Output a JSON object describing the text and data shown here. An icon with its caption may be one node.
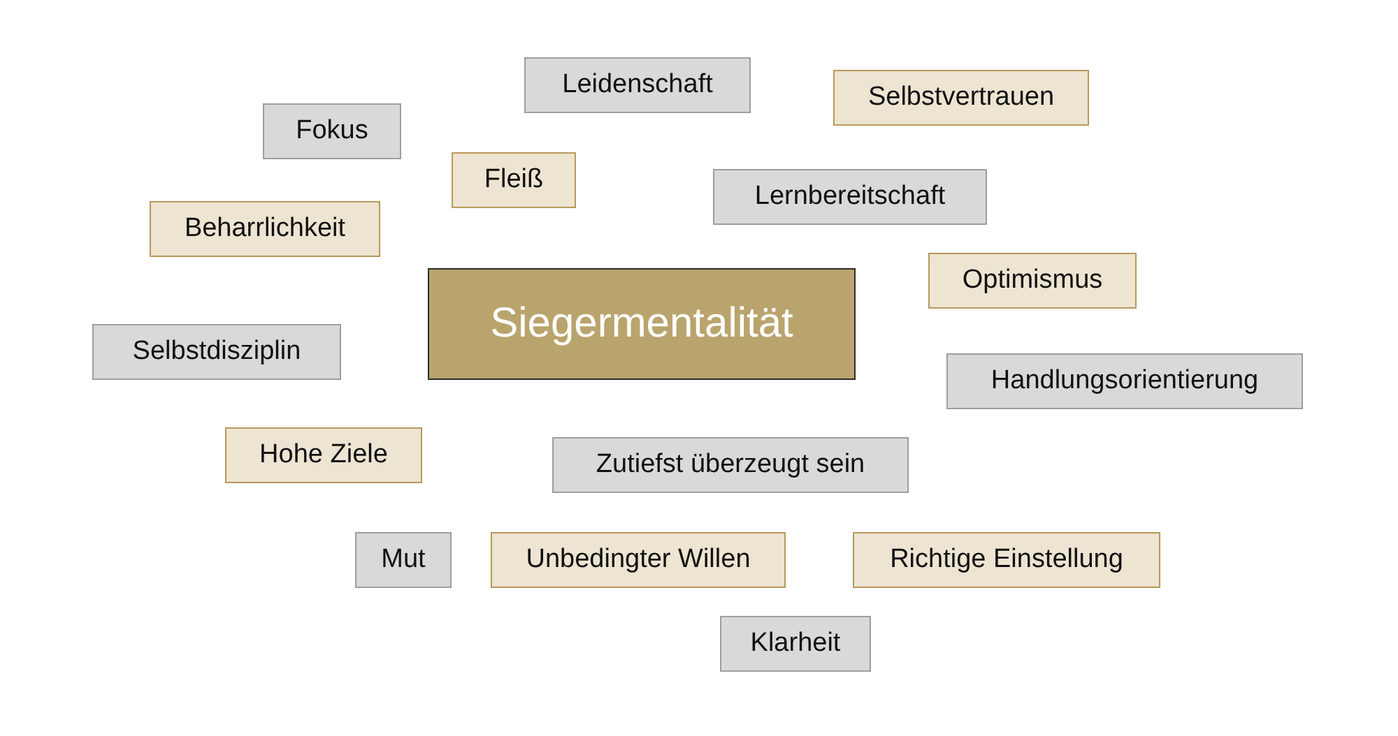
{
  "diagram": {
    "nodes": [
      {
        "text": [
          "Siegermentalität"
        ]
      },
      {
        "text": [
          "Leidenschaft"
        ]
      },
      {
        "text": [
          "Selbstvertrauen"
        ]
      },
      {
        "text": [
          "Fokus"
        ]
      },
      {
        "text": [
          "Fleiß"
        ]
      },
      {
        "text": [
          "Lernbereitschaft"
        ]
      },
      {
        "text": [
          "Beharrlichkeit"
        ]
      },
      {
        "text": [
          "Optimismus"
        ]
      },
      {
        "text": [
          "Selbstdisziplin"
        ]
      },
      {
        "text": [
          "Handlungsorientierung"
        ]
      },
      {
        "text": [
          "Hohe Ziele"
        ]
      },
      {
        "text": [
          "Zutiefst überzeugt sein"
        ]
      },
      {
        "text": [
          "Mut"
        ]
      },
      {
        "text": [
          "Unbedingter Willen"
        ]
      },
      {
        "text": [
          "Richtige Einstellung"
        ]
      },
      {
        "text": [
          "Klarheit"
        ]
      }
    ]
  }
}
